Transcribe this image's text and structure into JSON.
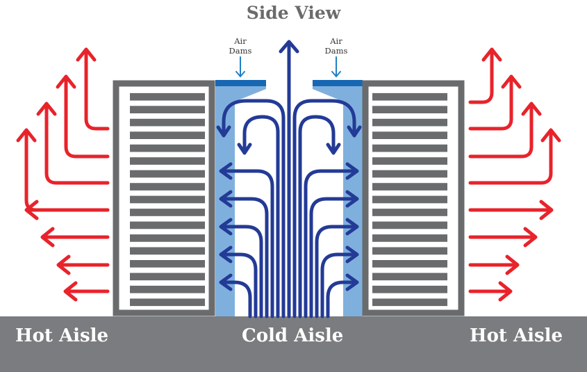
{
  "title": "Side View",
  "air_dam_label_line1": "Air",
  "air_dam_label_line2": "Dams",
  "aisles": {
    "left": "Hot Aisle",
    "center": "Cold Aisle",
    "right": "Hot Aisle"
  },
  "colors": {
    "hot_arrow": "#e8232b",
    "cold_arrow": "#233a96",
    "containment": "#7fb0dd",
    "air_dam": "#1767b3",
    "rack_frame": "#6a6b6d",
    "floor": "#7b7c7f",
    "label_arrow": "#1f7fc4"
  },
  "rack_vent_count": 17
}
